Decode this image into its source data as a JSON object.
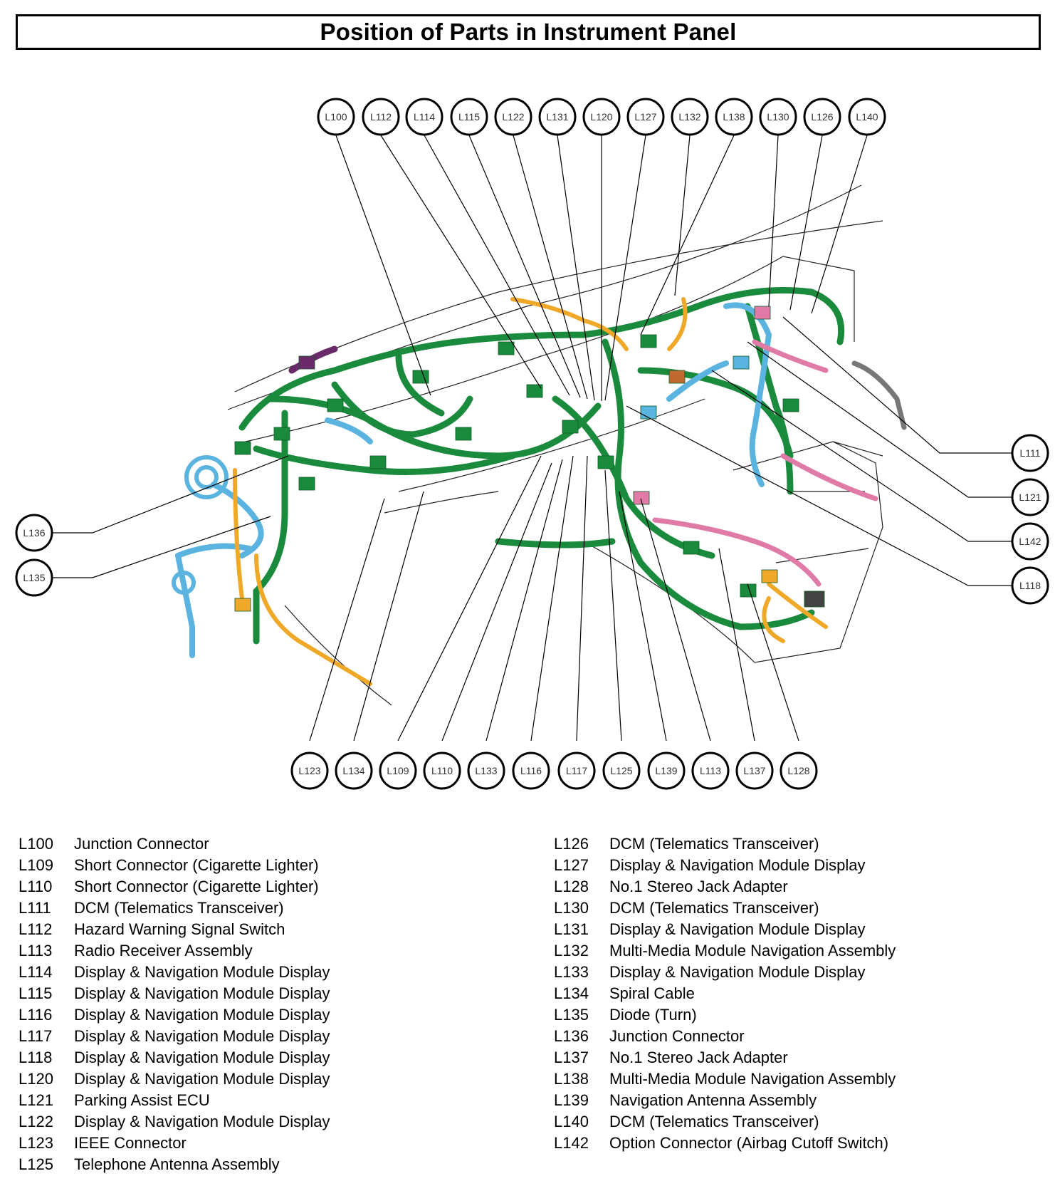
{
  "title": "Position of Parts in Instrument Panel",
  "colors": {
    "harness_main": "#1a8a3c",
    "harness_blue": "#5bb4e0",
    "harness_orange": "#f0a828",
    "harness_pink": "#e07aa6",
    "harness_purple": "#6a2a6a",
    "harness_gray": "#555555",
    "outline": "#000000"
  },
  "callouts_top": [
    "L100",
    "L112",
    "L114",
    "L115",
    "L122",
    "L131",
    "L120",
    "L127",
    "L132",
    "L138",
    "L130",
    "L126",
    "L140"
  ],
  "callouts_right": [
    "L111",
    "L121",
    "L142",
    "L118"
  ],
  "callouts_left": [
    "L136",
    "L135"
  ],
  "callouts_bottom": [
    "L123",
    "L134",
    "L109",
    "L110",
    "L133",
    "L116",
    "L117",
    "L125",
    "L139",
    "L113",
    "L137",
    "L128"
  ],
  "legend_left": [
    {
      "code": "L100",
      "name": "Junction Connector"
    },
    {
      "code": "L109",
      "name": "Short Connector (Cigarette Lighter)"
    },
    {
      "code": "L110",
      "name": "Short Connector (Cigarette Lighter)"
    },
    {
      "code": "L111",
      "name": "DCM (Telematics Transceiver)"
    },
    {
      "code": "L112",
      "name": "Hazard Warning Signal Switch"
    },
    {
      "code": "L113",
      "name": "Radio Receiver Assembly"
    },
    {
      "code": "L114",
      "name": "Display & Navigation Module Display"
    },
    {
      "code": "L115",
      "name": "Display & Navigation Module Display"
    },
    {
      "code": "L116",
      "name": "Display & Navigation Module Display"
    },
    {
      "code": "L117",
      "name": "Display & Navigation Module Display"
    },
    {
      "code": "L118",
      "name": "Display & Navigation Module Display"
    },
    {
      "code": "L120",
      "name": "Display & Navigation Module Display"
    },
    {
      "code": "L121",
      "name": "Parking Assist ECU"
    },
    {
      "code": "L122",
      "name": "Display & Navigation Module Display"
    },
    {
      "code": "L123",
      "name": "IEEE Connector"
    },
    {
      "code": "L125",
      "name": "Telephone Antenna Assembly"
    }
  ],
  "legend_right": [
    {
      "code": "L126",
      "name": "DCM (Telematics Transceiver)"
    },
    {
      "code": "L127",
      "name": "Display & Navigation Module Display"
    },
    {
      "code": "L128",
      "name": "No.1 Stereo Jack Adapter"
    },
    {
      "code": "L130",
      "name": "DCM (Telematics Transceiver)"
    },
    {
      "code": "L131",
      "name": "Display & Navigation Module Display"
    },
    {
      "code": "L132",
      "name": "Multi-Media Module Navigation Assembly"
    },
    {
      "code": "L133",
      "name": "Display & Navigation Module Display"
    },
    {
      "code": "L134",
      "name": "Spiral Cable"
    },
    {
      "code": "L135",
      "name": "Diode (Turn)"
    },
    {
      "code": "L136",
      "name": "Junction Connector"
    },
    {
      "code": "L137",
      "name": "No.1 Stereo Jack Adapter"
    },
    {
      "code": "L138",
      "name": "Multi-Media Module Navigation Assembly"
    },
    {
      "code": "L139",
      "name": "Navigation Antenna Assembly"
    },
    {
      "code": "L140",
      "name": "DCM (Telematics Transceiver)"
    },
    {
      "code": "L142",
      "name": "Option Connector (Airbag Cutoff Switch)"
    }
  ]
}
